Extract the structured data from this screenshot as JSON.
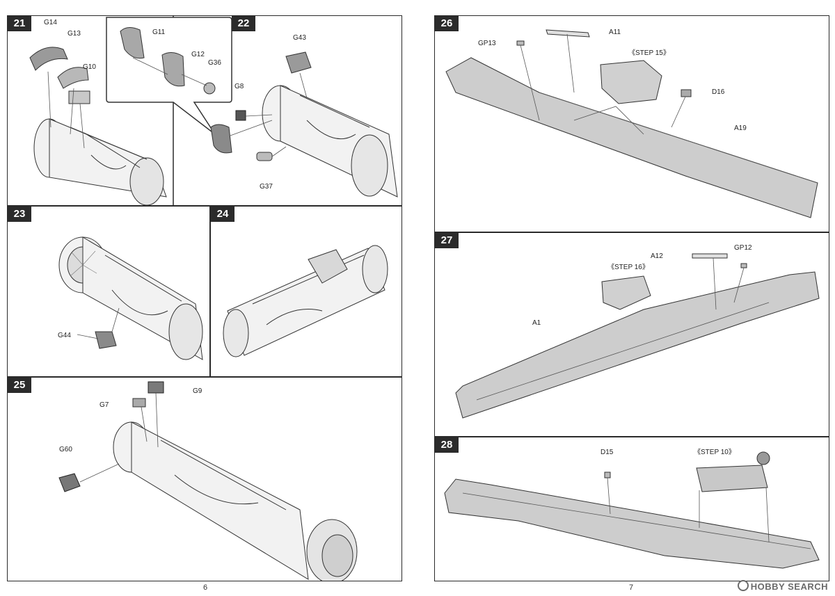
{
  "left_page": {
    "page_number": "6",
    "steps": {
      "s21": {
        "number": "21",
        "parts": [
          "G14",
          "G13",
          "G10"
        ]
      },
      "s22": {
        "number": "22",
        "inset_parts": [
          "G11",
          "G12",
          "G36"
        ],
        "parts": [
          "G43",
          "G8",
          "G37"
        ]
      },
      "s23": {
        "number": "23",
        "parts": [
          "G44"
        ]
      },
      "s24": {
        "number": "24",
        "parts": []
      },
      "s25": {
        "number": "25",
        "parts": [
          "G9",
          "G7",
          "G60"
        ]
      }
    }
  },
  "right_page": {
    "page_number": "7",
    "steps": {
      "s26": {
        "number": "26",
        "parts": [
          "A11",
          "GP13",
          "D16",
          "A19"
        ],
        "ref": "《STEP 15》"
      },
      "s27": {
        "number": "27",
        "parts": [
          "A12",
          "GP12",
          "A1"
        ],
        "ref": "《STEP 16》"
      },
      "s28": {
        "number": "28",
        "parts": [
          "D15"
        ],
        "ref": "《STEP 10》"
      }
    }
  },
  "watermark": "HOBBY SEARCH"
}
